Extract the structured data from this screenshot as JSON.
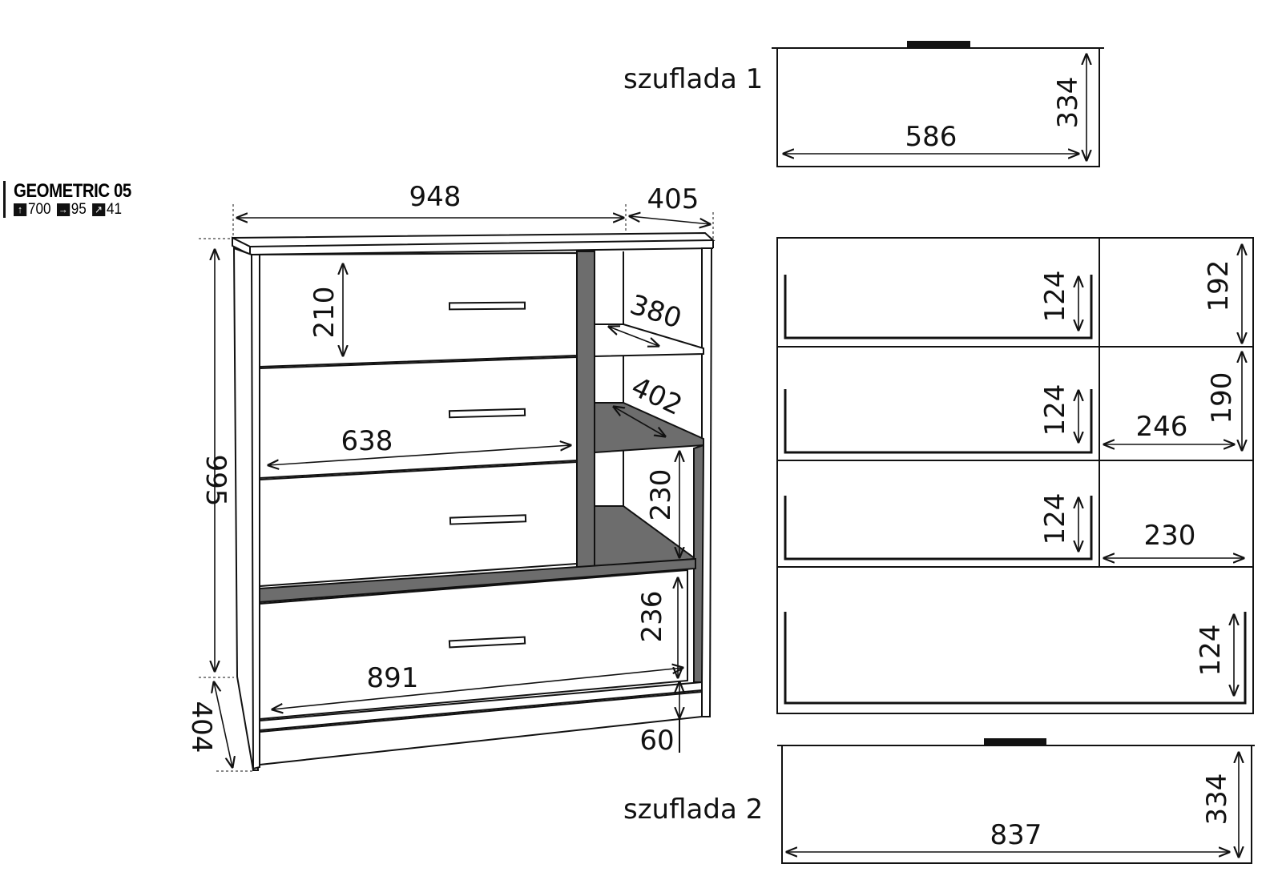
{
  "brand": {
    "title": "GEOMETRIC 05",
    "height": "700",
    "width": "95",
    "depth": "41",
    "icons": [
      "arrow-up-icon",
      "arrow-right-icon",
      "arrow-diagonal-icon"
    ]
  },
  "cabinet": {
    "width": "948",
    "depth": "405",
    "height": "995",
    "side_depth": "404",
    "drawer_height": "210",
    "shelf1_depth": "380",
    "shelf2_depth": "402",
    "drawer_inner_width": "638",
    "niche_height": "230",
    "bottom_drawer_height": "236",
    "bottom_drawer_width": "891",
    "plinth": "60"
  },
  "drawer1": {
    "label": "szuflada 1",
    "width": "586",
    "height": "334"
  },
  "drawer2": {
    "label": "szuflada 2",
    "width": "837",
    "height": "334"
  },
  "layout": {
    "drawer_inner_a": "124",
    "drawer_inner_b": "124",
    "drawer_inner_c": "124",
    "drawer_inner_d": "124",
    "niche1_height": "192",
    "niche2_height": "190",
    "niche2_width": "246",
    "niche3_width": "230"
  }
}
